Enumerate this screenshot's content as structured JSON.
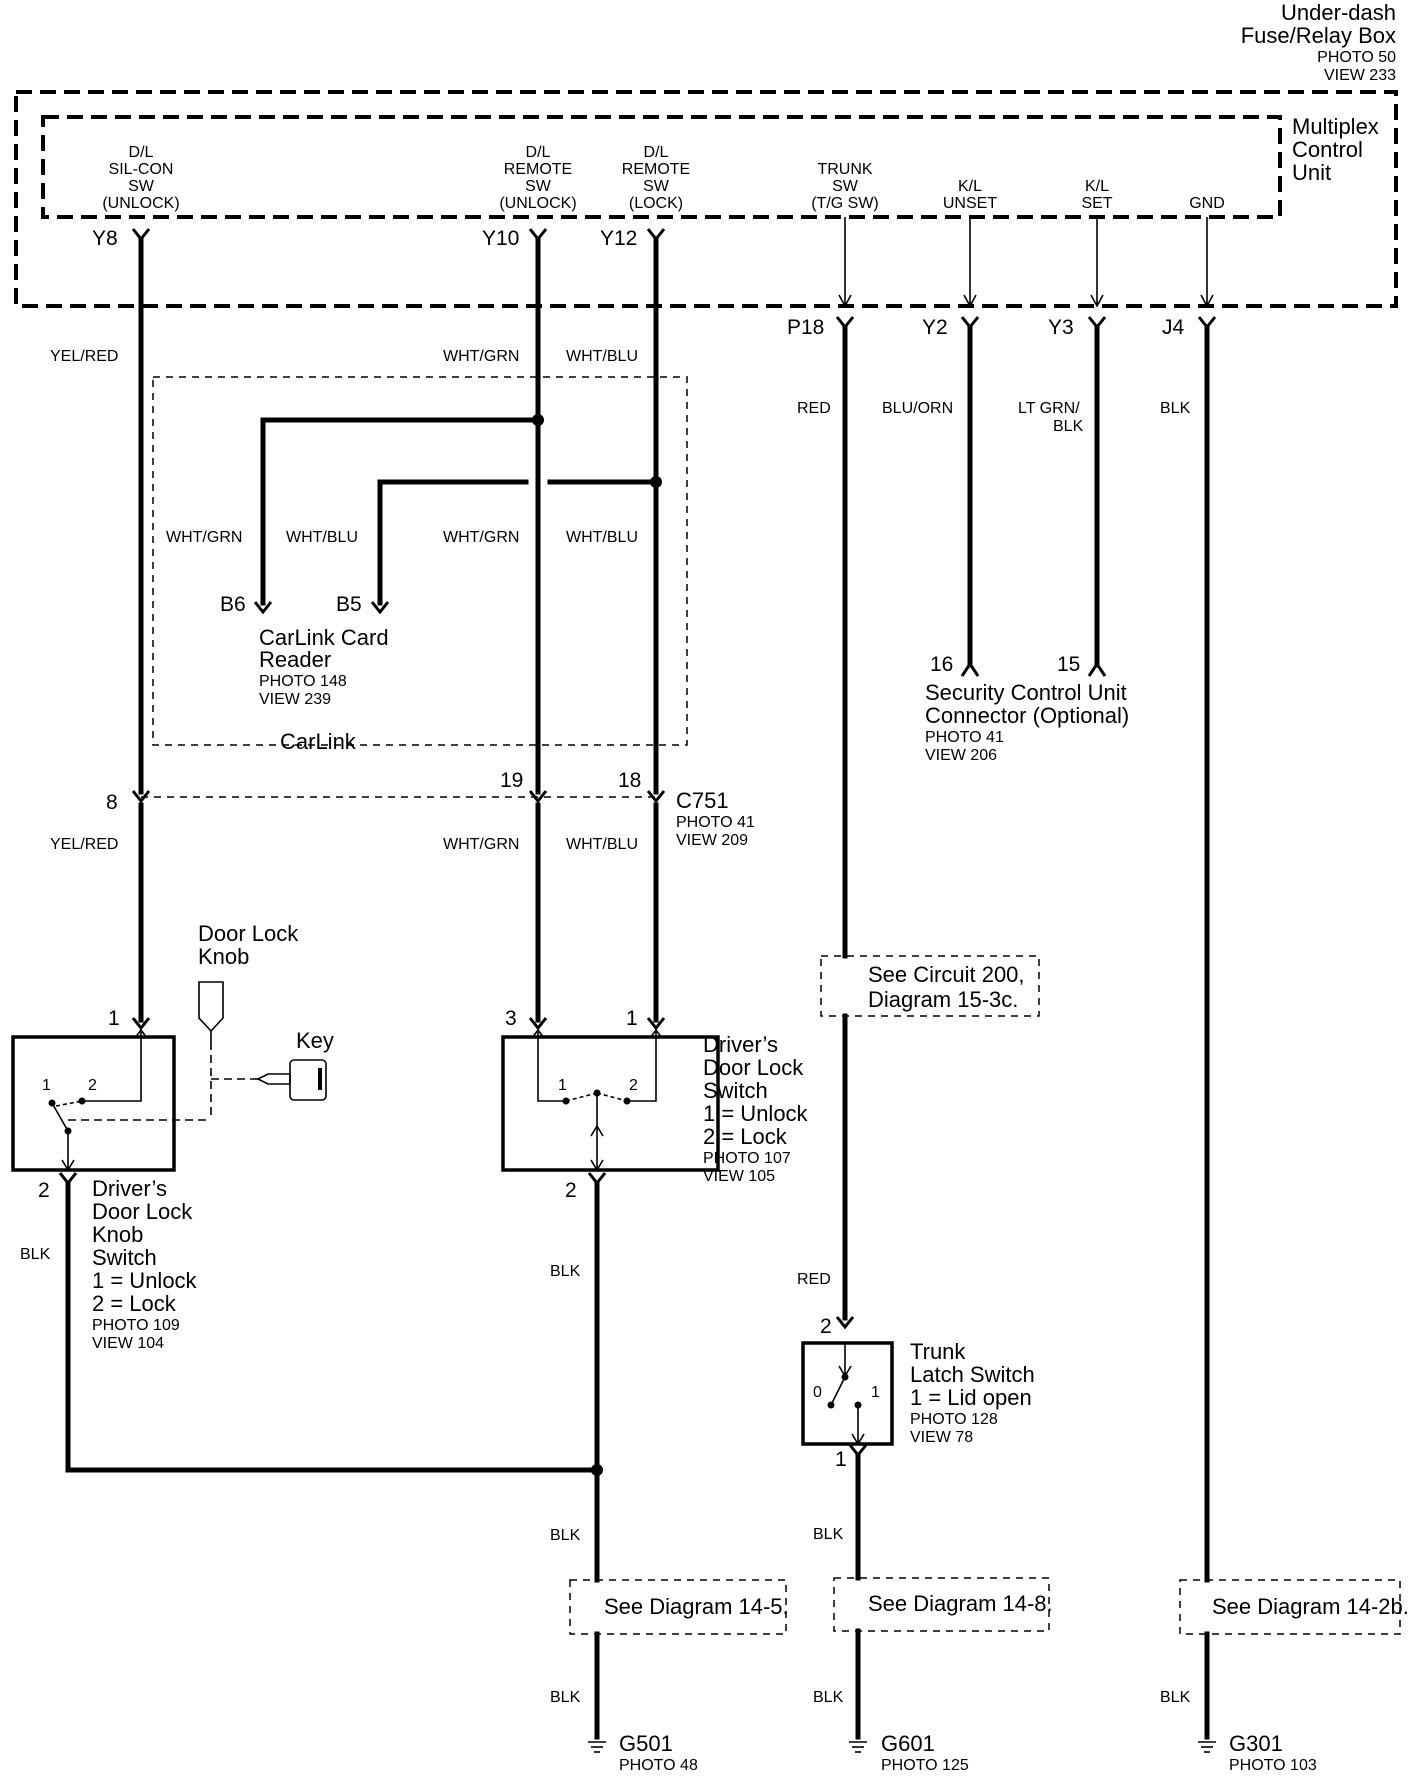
{
  "fuse_box": {
    "title1": "Under-dash",
    "title2": "Fuse/Relay Box",
    "photo": "PHOTO 50",
    "view": "VIEW 233"
  },
  "mcu": {
    "l1": "Multiplex",
    "l2": "Control",
    "l3": "Unit"
  },
  "terminals": [
    {
      "lines": [
        "D/L",
        "SIL-CON",
        "SW",
        "(UNLOCK)"
      ],
      "pin": "Y8"
    },
    {
      "lines": [
        "D/L",
        "REMOTE",
        "SW",
        "(UNLOCK)"
      ],
      "pin": "Y10"
    },
    {
      "lines": [
        "D/L",
        "REMOTE",
        "SW",
        "(LOCK)"
      ],
      "pin": "Y12"
    },
    {
      "lines": [
        "TRUNK",
        "SW",
        "(T/G SW)"
      ],
      "pin": "P18"
    },
    {
      "lines": [
        "K/L",
        "UNSET"
      ],
      "pin": "Y2"
    },
    {
      "lines": [
        "K/L",
        "SET"
      ],
      "pin": "Y3"
    },
    {
      "lines": [
        "GND"
      ],
      "pin": "J4"
    }
  ],
  "wire_colors": {
    "yel_red": "YEL/RED",
    "wht_grn": "WHT/GRN",
    "wht_blu": "WHT/BLU",
    "red": "RED",
    "blu_orn": "BLU/ORN",
    "lt_grn_1": "LT GRN/",
    "lt_grn_2": "BLK",
    "blk": "BLK"
  },
  "carlink": {
    "label": "CarLink",
    "reader1": "CarLink Card",
    "reader2": "Reader",
    "photo": "PHOTO 148",
    "view": "VIEW 239",
    "pin_b6": "B6",
    "pin_b5": "B5"
  },
  "security": {
    "pin16": "16",
    "pin15": "15",
    "l1": "Security Control Unit",
    "l2": "Connector (Optional)",
    "photo": "PHOTO 41",
    "view": "VIEW 206"
  },
  "c751": {
    "name": "C751",
    "photo": "PHOTO 41",
    "view": "VIEW 209",
    "pin8": "8",
    "pin19": "19",
    "pin18": "18"
  },
  "knob": {
    "l1": "Door Lock",
    "l2": "Knob",
    "key": "Key"
  },
  "knob_switch": {
    "lines": [
      "Driver’s",
      "Door Lock",
      "Knob",
      "Switch",
      "1 = Unlock",
      "2 = Lock"
    ],
    "photo": "PHOTO 109",
    "view": "VIEW 104",
    "pin_top": "1",
    "pin_bot": "2",
    "c1": "1",
    "c2": "2"
  },
  "lock_switch": {
    "lines": [
      "Driver’s",
      "Door Lock",
      "Switch",
      "1 = Unlock",
      "2 = Lock"
    ],
    "photo": "PHOTO 107",
    "view": "VIEW 105",
    "pin3": "3",
    "pin1": "1",
    "pin2": "2",
    "c1": "1",
    "c2": "2"
  },
  "trunk_switch": {
    "lines": [
      "Trunk",
      "Latch Switch",
      "1 = Lid open"
    ],
    "photo": "PHOTO 128",
    "view": "VIEW 78",
    "pin2": "2",
    "pin1": "1",
    "c0": "0",
    "c1": "1"
  },
  "see_circuit": {
    "l1": "See Circuit 200,",
    "l2": "Diagram 15-3c."
  },
  "see_diagrams": [
    "See Diagram 14-5.",
    "See Diagram 14-8.",
    "See Diagram 14-2b."
  ],
  "grounds": [
    {
      "name": "G501",
      "photo": "PHOTO 48"
    },
    {
      "name": "G601",
      "photo": "PHOTO 125"
    },
    {
      "name": "G301",
      "photo": "PHOTO 103"
    }
  ]
}
